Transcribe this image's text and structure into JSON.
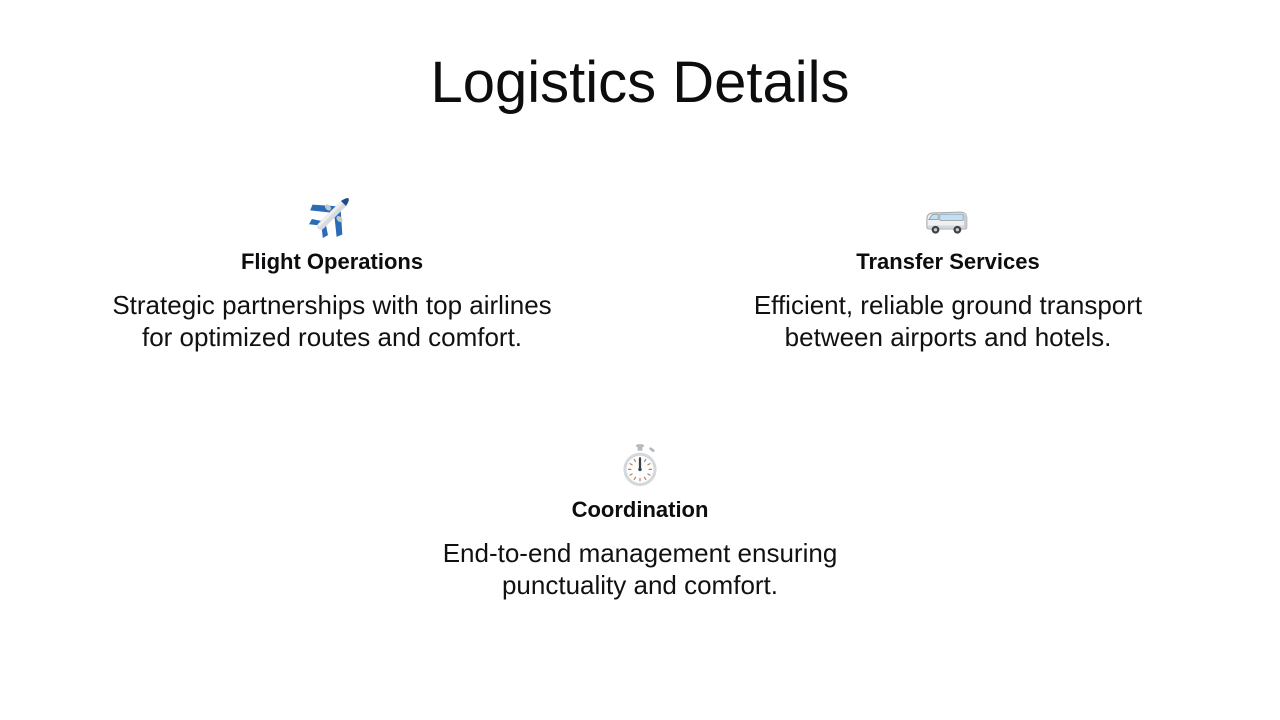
{
  "slide": {
    "title": "Logistics Details",
    "cards": [
      {
        "icon": "airplane",
        "title": "Flight Operations",
        "description": "Strategic partnerships with top airlines for optimized routes and comfort."
      },
      {
        "icon": "minibus",
        "title": "Transfer Services",
        "description": "Efficient, reliable ground transport between airports and hotels."
      },
      {
        "icon": "stopwatch",
        "title": "Coordination",
        "description": "End-to-end management ensuring punctuality and comfort."
      }
    ],
    "colors": {
      "background": "#ffffff",
      "text": "#0d0e10",
      "airplane_blue": "#2a6db6",
      "airplane_nose": "#1b4e86",
      "fuselage_gray": "#d7dade",
      "van_body": "#eef0f1",
      "van_window_blue": "#bfe0f7",
      "stopwatch_ring": "#d3d8dc",
      "stopwatch_tick": "#c27a5e"
    }
  }
}
